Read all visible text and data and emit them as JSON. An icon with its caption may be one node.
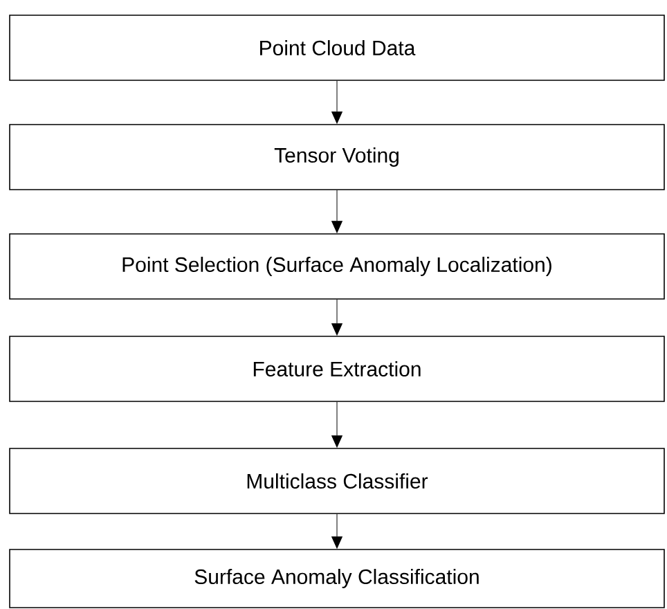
{
  "diagram": {
    "nodes": [
      {
        "text": [
          "Point Cloud Data"
        ]
      },
      {
        "text": [
          "Tensor Voting"
        ]
      },
      {
        "text": [
          "Point Selection (Surface Anomaly Localization)"
        ]
      },
      {
        "text": [
          "Feature Extraction"
        ]
      },
      {
        "text": [
          "Multiclass Classifier"
        ]
      },
      {
        "text": [
          "Surface Anomaly Classification"
        ]
      }
    ],
    "edges": [
      {
        "from": 0,
        "to": 1,
        "arrow": "to"
      },
      {
        "from": 1,
        "to": 2,
        "arrow": "to"
      },
      {
        "from": 2,
        "to": 3,
        "arrow": "to"
      },
      {
        "from": 3,
        "to": 4,
        "arrow": "to"
      },
      {
        "from": 4,
        "to": 5,
        "arrow": "to"
      }
    ]
  }
}
